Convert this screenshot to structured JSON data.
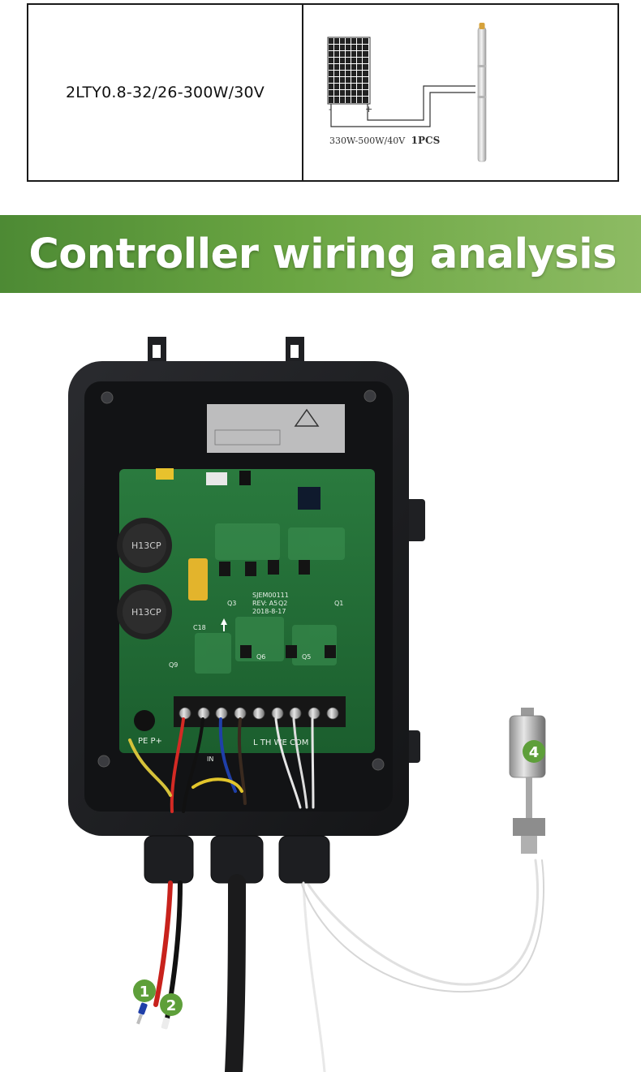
{
  "spec": {
    "model": "2LTY0.8-32/26-300W/30V",
    "panel_caption": "330W-500W/40V",
    "panel_qty": "1PCS",
    "panel_minus": "-",
    "panel_plus": "+"
  },
  "banner": {
    "title": "Controller wiring analysis"
  },
  "board": {
    "cap_label_1": "H13CP",
    "cap_label_2": "H13CP",
    "silk_pcb_id": "SJEM00111",
    "silk_rev": "REV: A5",
    "silk_date": "2018-8-17",
    "silk_q1": "Q1",
    "silk_q2": "Q2",
    "silk_q3": "Q3",
    "silk_q5": "Q5",
    "silk_q6": "Q6",
    "silk_q9": "Q9",
    "silk_c18": "C18",
    "silk_terminal_left": "PE  P+",
    "silk_terminal_right": "L  TH  WE  COM",
    "silk_in": "IN"
  },
  "callouts": {
    "one": "1",
    "two": "2",
    "four": "4"
  },
  "colors": {
    "banner_green": "#6aa542",
    "badge_green": "#5e9f3a",
    "pcb_green": "#1f6b34",
    "enclosure": "#1c1d20"
  }
}
